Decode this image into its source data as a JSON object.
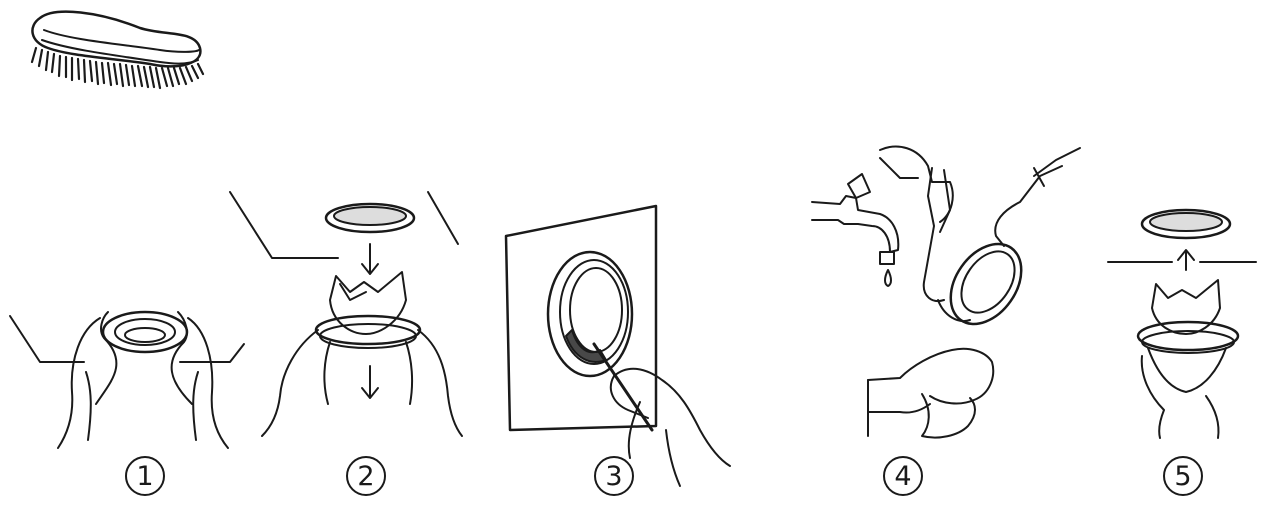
{
  "steps": [
    {
      "label": "1"
    },
    {
      "label": "2"
    },
    {
      "label": "3"
    },
    {
      "label": "4"
    },
    {
      "label": "5"
    }
  ],
  "colors": {
    "ink": "#1a1a1a",
    "background": "#ffffff"
  }
}
